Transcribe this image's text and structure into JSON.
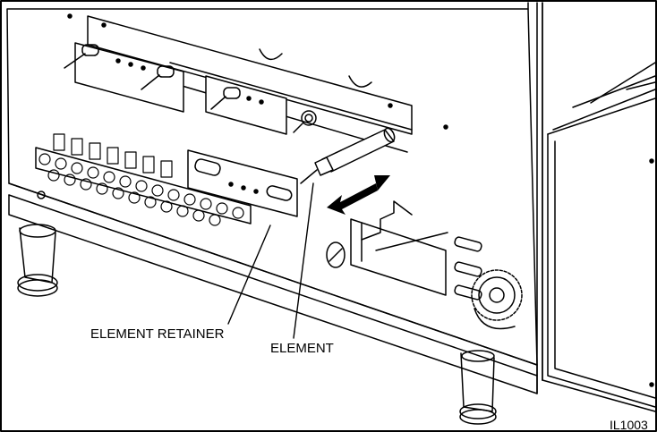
{
  "labels": {
    "element_retainer": "ELEMENT RETAINER",
    "element": "ELEMENT",
    "figure_id": "IL1003"
  },
  "colors": {
    "line": "#000000",
    "background": "#ffffff",
    "shade": "#d9d9d9"
  }
}
